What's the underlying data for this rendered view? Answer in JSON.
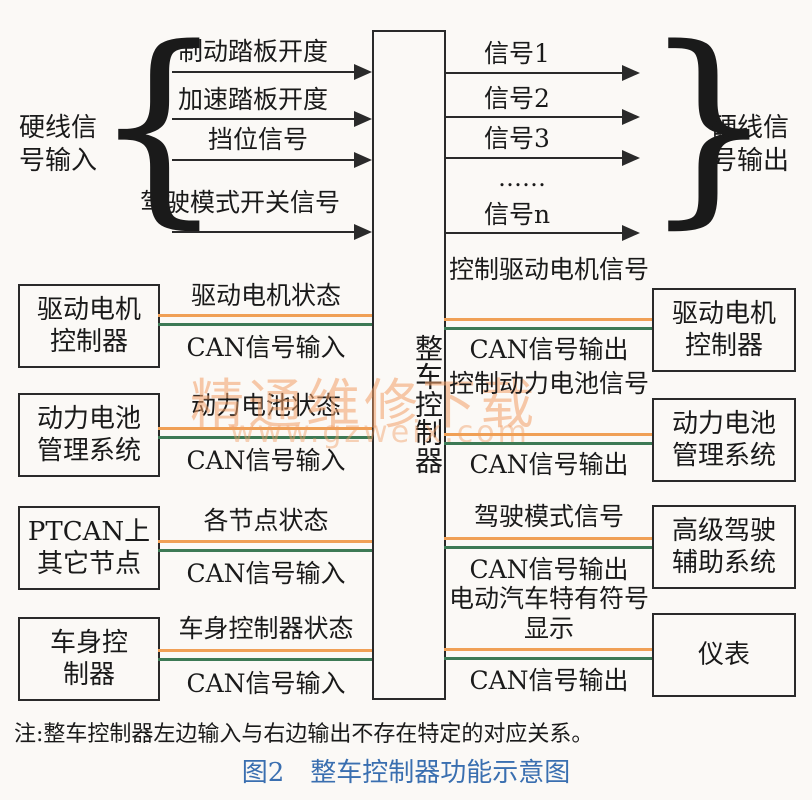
{
  "left_hardwire": {
    "label": "硬线信号输入",
    "signals": [
      "制动踏板开度",
      "加速踏板开度",
      "挡位信号",
      "驾驶模式开关信号"
    ]
  },
  "right_hardwire": {
    "label": "硬线信号输出",
    "signals": [
      "信号1",
      "信号2",
      "信号3",
      "……",
      "信号n"
    ]
  },
  "vcu": {
    "label": "整车控制器"
  },
  "left_can": [
    {
      "box": "驱动电机控制器",
      "status": "驱动电机状态",
      "can": "CAN信号输入"
    },
    {
      "box": "动力电池管理系统",
      "status": "动力电池状态",
      "can": "CAN信号输入"
    },
    {
      "box": "PTCAN上其它节点",
      "status": "各节点状态",
      "can": "CAN信号输入"
    },
    {
      "box": "车身控制器",
      "status": "车身控制器状态",
      "can": "CAN信号输入"
    }
  ],
  "right_can": [
    {
      "box": "驱动电机控制器",
      "signal": "控制驱动电机信号",
      "can": "CAN信号输出"
    },
    {
      "box": "动力电池管理系统",
      "signal": "控制动力电池信号",
      "can": "CAN信号输出"
    },
    {
      "box": "高级驾驶辅助系统",
      "signal": "驾驶模式信号",
      "can": "CAN信号输出"
    },
    {
      "box": "仪表",
      "signal": "电动汽车特有符号显示",
      "can": "CAN信号输出"
    }
  ],
  "note": "注:整车控制器左边输入与右边输出不存在特定的对应关系。",
  "caption": "图2　整车控制器功能示意图",
  "watermark": {
    "text": "精通维修下载",
    "url": "www.gzweix.com"
  },
  "colors": {
    "status_line": "#f0a056",
    "can_line": "#3d7a55",
    "caption": "#3a6fb0"
  }
}
